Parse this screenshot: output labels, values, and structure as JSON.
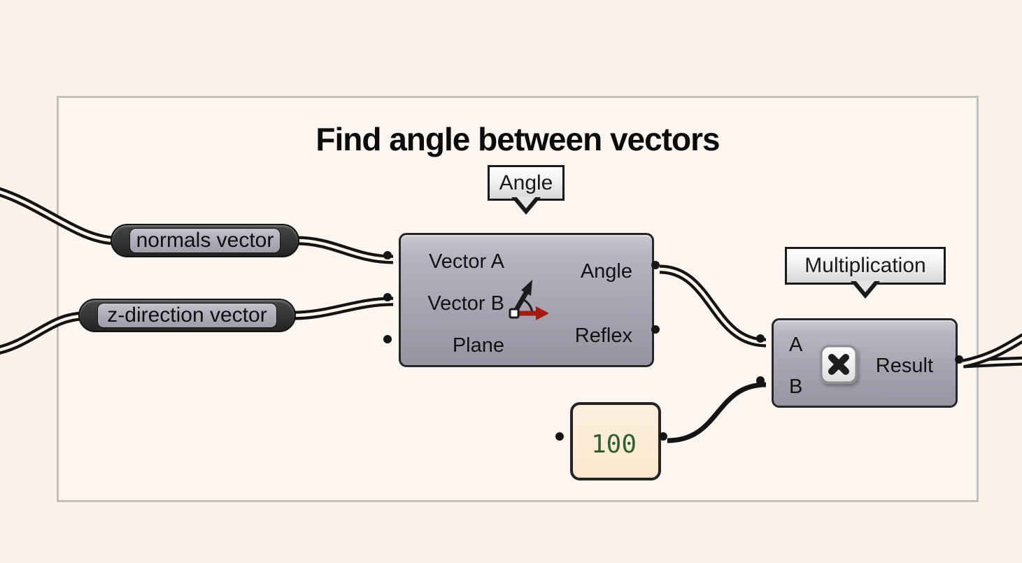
{
  "group": {
    "title": "Find angle between vectors"
  },
  "angle_component": {
    "tooltip": "Angle",
    "inputs": [
      "Vector A",
      "Vector B",
      "Plane"
    ],
    "outputs": [
      "Angle",
      "Reflex"
    ],
    "icon": "angle-between-vectors-icon"
  },
  "multiply_component": {
    "tooltip": "Multiplication",
    "inputs": [
      "A",
      "B"
    ],
    "outputs": [
      "Result"
    ],
    "icon": "multiply-icon"
  },
  "params": {
    "normals": "normals vector",
    "zdir": "z-direction vector"
  },
  "number_panel": {
    "value": "100"
  },
  "colors": {
    "canvas_bg": "#fdf2ea",
    "group_bg": "#fdf6f0",
    "group_border": "#c3c0ba",
    "component_body_top": "#cbc9d1",
    "component_body_bottom": "#9794a2",
    "component_border": "#262626",
    "wire": "#141414",
    "panel_bg": "#fbe7cd",
    "panel_text_green": "#2f5f33",
    "icon_red_arrow": "#a31a12"
  }
}
